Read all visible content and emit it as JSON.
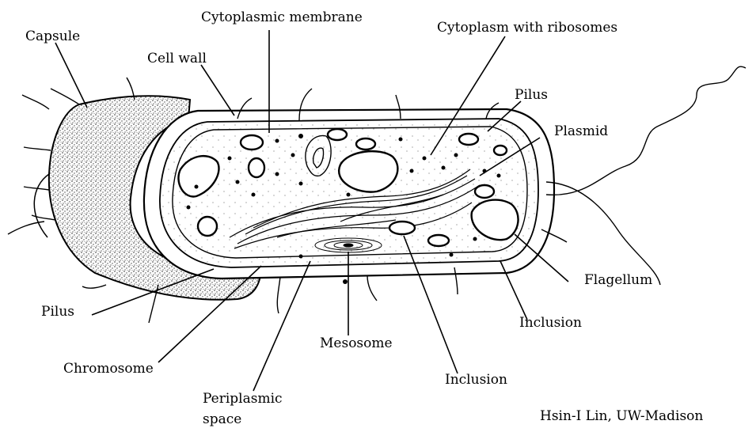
{
  "labels": {
    "capsule": "Capsule",
    "cell_wall": "Cell wall",
    "cytoplasmic_membrane": "Cytoplasmic membrane",
    "cytoplasm_with_ribosomes": "Cytoplasm with ribosomes",
    "pilus_top": "Pilus",
    "plasmid": "Plasmid",
    "flagellum": "Flagellum",
    "inclusion_right": "Inclusion",
    "inclusion_bottom": "Inclusion",
    "mesosome": "Mesosome",
    "pilus_left": "Pilus",
    "chromosome": "Chromosome",
    "periplasmic_space_line1": "Periplasmic",
    "periplasmic_space_line2": "space",
    "credit": "Hsin-I Lin, UW-Madison"
  },
  "colors": {
    "ink": "#000000",
    "background": "#ffffff",
    "stipple": "#555555"
  }
}
